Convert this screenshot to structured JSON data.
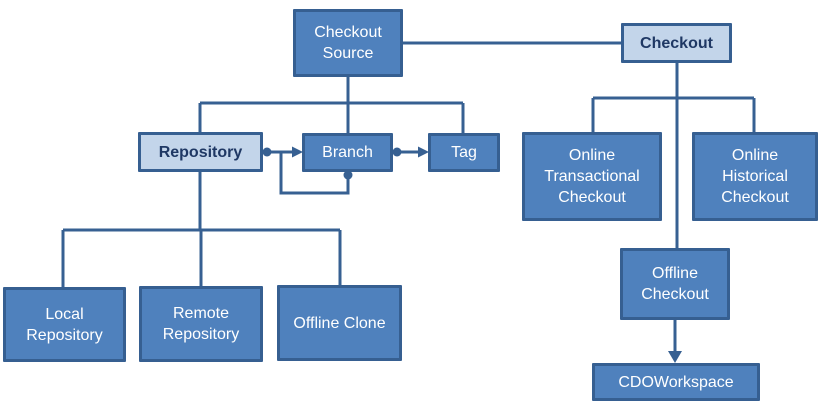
{
  "diagram": {
    "type": "concept-map",
    "colors": {
      "node_fill": "#4f81bd",
      "node_border": "#365f91",
      "light_node_fill": "#c3d5ea",
      "dark_text": "#1f3864",
      "light_text": "#ffffff",
      "connector_line": "#376092",
      "background": "#ffffff"
    },
    "nodes": {
      "checkout_source": {
        "label": "Checkout Source",
        "style": "solid"
      },
      "checkout": {
        "label": "Checkout",
        "style": "light"
      },
      "repository": {
        "label": "Repository",
        "style": "light"
      },
      "branch": {
        "label": "Branch",
        "style": "solid"
      },
      "tag": {
        "label": "Tag",
        "style": "solid"
      },
      "online_transactional_checkout": {
        "label": "Online Transactional Checkout",
        "style": "solid"
      },
      "online_historical_checkout": {
        "label": "Online Historical Checkout",
        "style": "solid"
      },
      "offline_checkout": {
        "label": "Offline Checkout",
        "style": "solid"
      },
      "cdo_workspace": {
        "label": "CDOWorkspace",
        "style": "solid"
      },
      "local_repository": {
        "label": "Local Repository",
        "style": "solid"
      },
      "remote_repository": {
        "label": "Remote Repository",
        "style": "solid"
      },
      "offline_clone": {
        "label": "Offline Clone",
        "style": "solid"
      }
    },
    "edges": [
      {
        "from": "checkout_source",
        "to": "checkout",
        "type": "line"
      },
      {
        "from": "checkout_source",
        "to": "repository",
        "type": "tree"
      },
      {
        "from": "checkout_source",
        "to": "branch",
        "type": "tree"
      },
      {
        "from": "checkout_source",
        "to": "tag",
        "type": "tree"
      },
      {
        "from": "repository",
        "to": "branch",
        "type": "dot-arrow"
      },
      {
        "from": "branch",
        "to": "branch",
        "type": "dot-arrow-self-loop"
      },
      {
        "from": "branch",
        "to": "tag",
        "type": "dot-arrow"
      },
      {
        "from": "repository",
        "to": "local_repository",
        "type": "tree"
      },
      {
        "from": "repository",
        "to": "remote_repository",
        "type": "tree"
      },
      {
        "from": "repository",
        "to": "offline_clone",
        "type": "tree"
      },
      {
        "from": "checkout",
        "to": "online_transactional_checkout",
        "type": "tree"
      },
      {
        "from": "checkout",
        "to": "online_historical_checkout",
        "type": "tree"
      },
      {
        "from": "checkout",
        "to": "offline_checkout",
        "type": "tree"
      },
      {
        "from": "offline_checkout",
        "to": "cdo_workspace",
        "type": "arrow"
      }
    ]
  }
}
